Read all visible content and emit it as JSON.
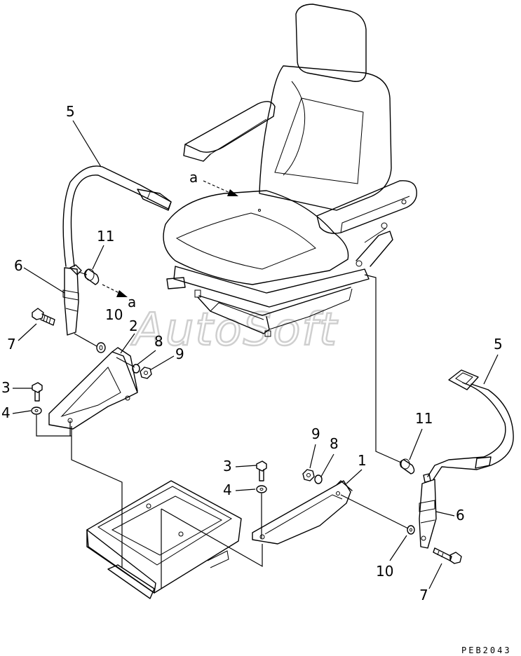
{
  "watermark": "AutoSoft",
  "drawing_code": "PEB2043",
  "reference_letter": "a",
  "callouts": {
    "seat_belt_left": "5",
    "seat_belt_right": "5",
    "spacer_left": "11",
    "spacer_right": "11",
    "strap_left": "6",
    "strap_right": "6",
    "bolt_left": "7",
    "bolt_right": "7",
    "washer_left": "10",
    "washer_right": "10",
    "bracket_left": "2",
    "bracket_right": "1",
    "lock_washer_left": "8",
    "lock_washer_right": "8",
    "nut_left": "9",
    "nut_right": "9",
    "mount_bolt_left": "3",
    "mount_bolt_right": "3",
    "mount_washer_left": "4",
    "mount_washer_right": "4"
  }
}
